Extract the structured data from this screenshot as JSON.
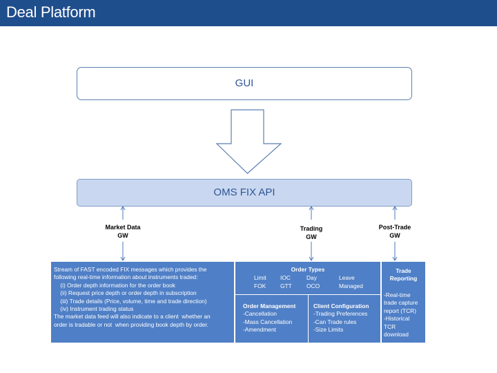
{
  "header": {
    "title": "Deal Platform"
  },
  "gui": {
    "label": "GUI"
  },
  "oms": {
    "label": "OMS FIX API"
  },
  "gateways": {
    "market_data": [
      "Market Data",
      "GW"
    ],
    "trading": [
      "Trading",
      "GW"
    ],
    "post_trade": [
      "Post-Trade",
      "GW"
    ]
  },
  "market_data_panel": {
    "lines": [
      "Stream of FAST encoded FIX messages which provides the",
      "following real-time information about instruments traded:",
      "    (i) Order depth information for the order book",
      "    (ii) Request price depth or order depth in subscription",
      "    (iii) Trade details (Price, volume, time and trade direction)",
      "    (iv) Instrument trading status",
      "The market data feed will also indicate to a client  whether an",
      "order is tradable or not  when providing book depth by order."
    ]
  },
  "order_types": {
    "title": "Order Types",
    "row1": [
      "Limit",
      "IOC",
      "Day",
      "Leave"
    ],
    "row2": [
      "FOK",
      "GTT",
      "OCO",
      "Managed"
    ]
  },
  "order_management": {
    "title": "Order Management",
    "items": [
      "-Cancellation",
      "-Mass Cancellation",
      "-Amendment"
    ]
  },
  "client_configuration": {
    "title": "Client Configuration",
    "items": [
      "-Trading Preferences",
      "-Can Trade rules",
      "-Size Limits"
    ]
  },
  "trade_reporting": {
    "title": [
      "Trade",
      "Reporting"
    ],
    "items": [
      "-Real-time",
      "trade capture",
      "report (TCR)",
      "-Historical",
      "TCR",
      "download"
    ]
  }
}
